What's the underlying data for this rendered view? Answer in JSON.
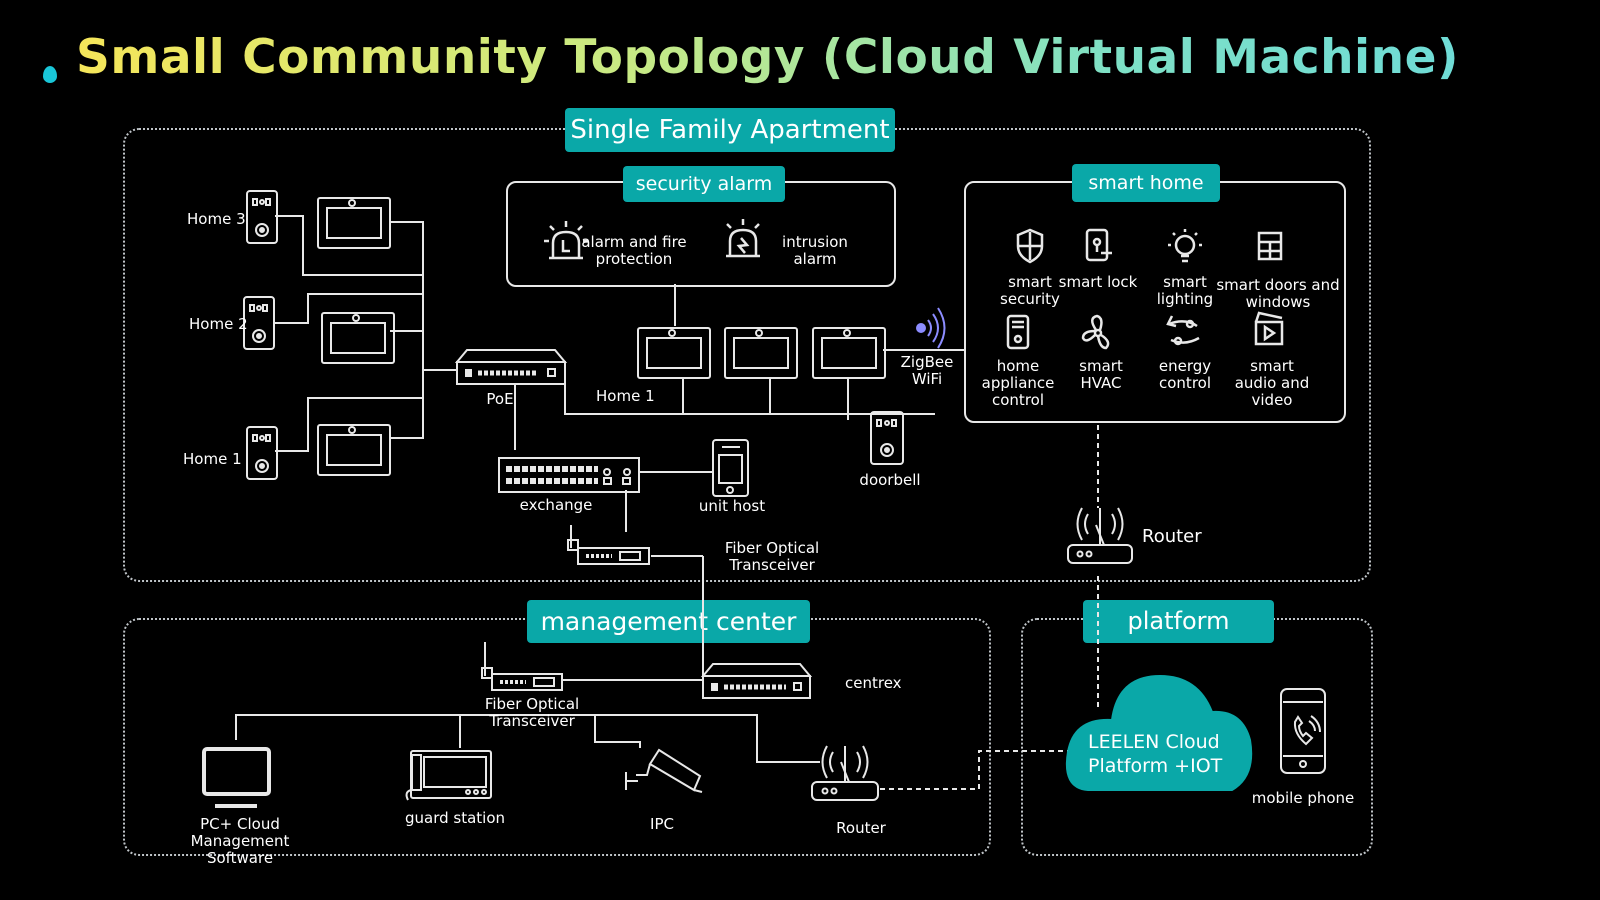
{
  "title": "Small Community Topology (Cloud Virtual Machine)",
  "sections": {
    "apartment": "Single Family Apartment",
    "security_alarm": "security alarm",
    "smart_home": "smart home",
    "management_center": "management center",
    "platform": "platform"
  },
  "security_alarm_items": [
    {
      "label": "alarm and fire\nprotection",
      "icon": "alarm-light-icon"
    },
    {
      "label": "intrusion\nalarm",
      "icon": "alarm-light-icon"
    }
  ],
  "smart_home_items": [
    {
      "label": "smart\nsecurity",
      "icon": "shield-icon"
    },
    {
      "label": "smart lock",
      "icon": "lock-icon"
    },
    {
      "label": "smart\nlighting",
      "icon": "bulb-icon"
    },
    {
      "label": "smart doors and\nwindows",
      "icon": "window-icon"
    },
    {
      "label": "home\nappliance\ncontrol",
      "icon": "appliance-icon"
    },
    {
      "label": "smart\nHVAC",
      "icon": "fan-icon"
    },
    {
      "label": "energy\ncontrol",
      "icon": "sliders-icon"
    },
    {
      "label": "smart\naudio and\nvideo",
      "icon": "media-icon"
    }
  ],
  "apartment_labels": {
    "home3": "Home 3",
    "home2": "Home 2",
    "home1_left": "Home 1",
    "home1_right": "Home 1",
    "poe": "PoE",
    "exchange": "exchange",
    "unit_host": "unit host",
    "fiber": "Fiber Optical\nTransceiver",
    "zigbee": "ZigBee\nWiFi",
    "doorbell": "doorbell",
    "router": "Router"
  },
  "management_labels": {
    "fiber": "Fiber Optical\nTransceiver",
    "centrex": "centrex",
    "pc": "PC+ Cloud\nManagement\nSoftware",
    "guard": "guard station",
    "ipc": "IPC",
    "router": "Router"
  },
  "platform_labels": {
    "cloud": "LEELEN Cloud\nPlatform +IOT",
    "mobile": "mobile phone"
  },
  "colors": {
    "accent": "#0aa8a8",
    "line": "#e8e8e8",
    "dotted": "#bfc4c8",
    "bullet": "#19c6d8"
  }
}
